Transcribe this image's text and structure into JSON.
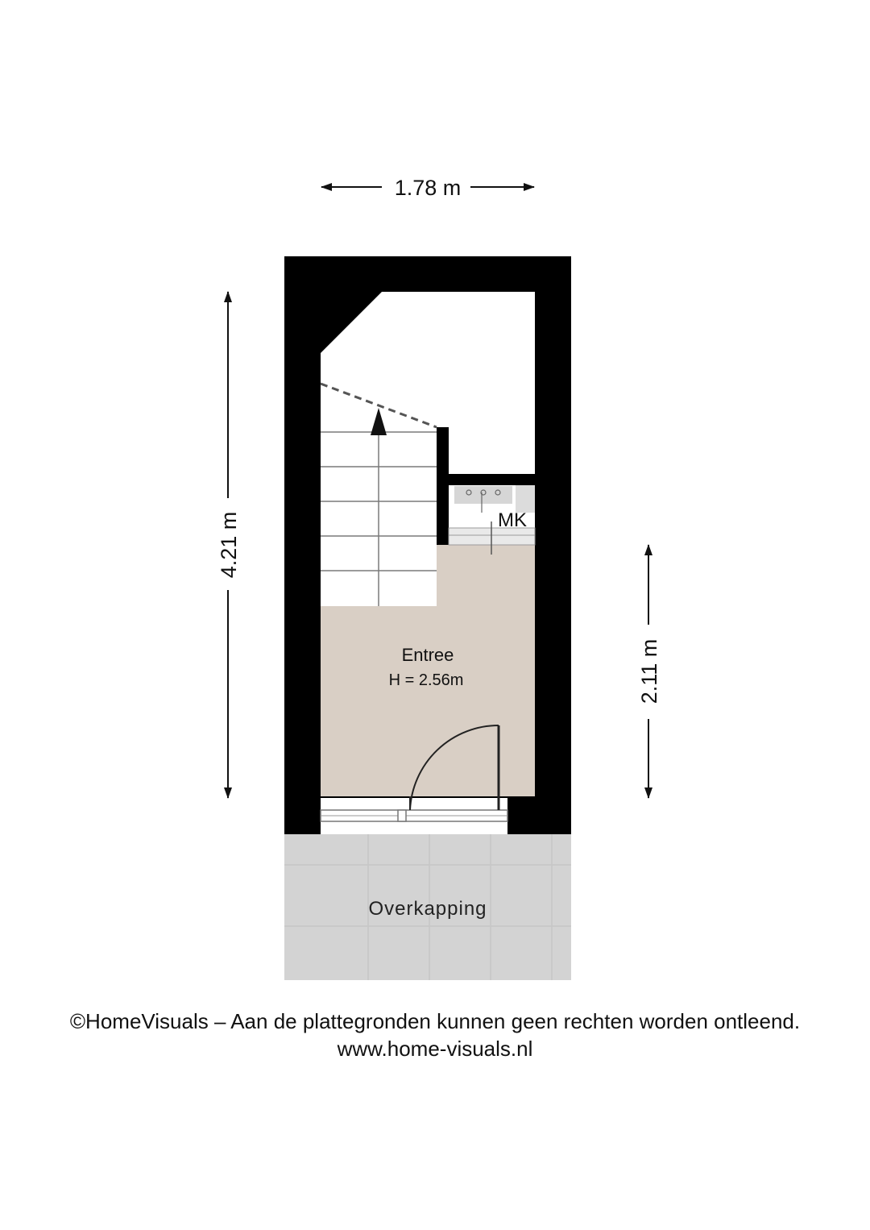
{
  "dimensions": {
    "width_top": "1.78 m",
    "height_left": "4.21 m",
    "height_right": "2.11 m"
  },
  "rooms": {
    "entree": {
      "name": "Entree",
      "height": "H = 2.56m"
    },
    "meterkast": {
      "name": "MK"
    },
    "overkapping": {
      "name": "Overkapping"
    }
  },
  "footer": {
    "disclaimer": "©HomeVisuals – Aan de plattegronden kunnen geen rechten worden ontleend.",
    "url": "www.home-visuals.nl"
  },
  "colors": {
    "wall": "#000000",
    "floor_entree": "#d9cfc5",
    "floor_overkapping": "#d3d3d3",
    "tile_line": "#c5c5c5",
    "background": "#ffffff"
  }
}
